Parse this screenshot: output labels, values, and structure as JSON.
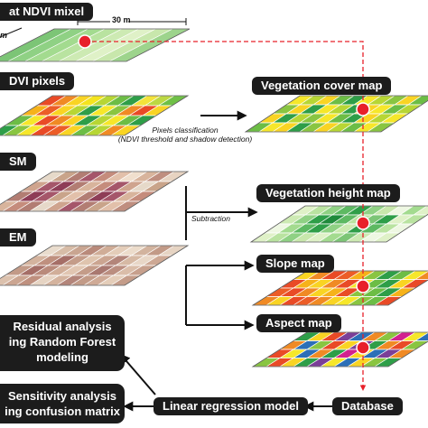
{
  "labels": {
    "landsat_mixel": "at NDVI mixel",
    "ndvi_pixels": "DVI pixels",
    "dsm": "SM",
    "dem": "EM",
    "veg_cover": "Vegetation cover map",
    "veg_height": "Vegetation height map",
    "slope": "Slope map",
    "aspect": "Aspect map",
    "residual_line1": "Residual analysis",
    "residual_line2": "ing Random Forest",
    "residual_line3": "modeling",
    "sensitivity_line1": "Sensitivity analysis",
    "sensitivity_line2": "ing confusion matrix",
    "linear_model": "Linear regression model",
    "database": "Database"
  },
  "annotations": {
    "scale": "30 m",
    "pixels_class_line1": "Pixels classification",
    "pixels_class_line2": "(NDVI threshold and shadow detection)",
    "subtraction": "Subtraction",
    "m_fragment": "m"
  },
  "colors": {
    "box_bg": "#1c1c1c",
    "box_text": "#ffffff",
    "marker": "#e8202a",
    "dashed": "#e8202a",
    "arrow": "#111111"
  },
  "layers": {
    "mixel": [
      [
        "#7cc576",
        "#8fd184",
        "#a3db8f",
        "#b9e3a0",
        "#cdeab3",
        "#dff1c7",
        "#c8e7ac",
        "#9dd48c"
      ]
    ],
    "ndvi": [
      [
        "#e94a26",
        "#f08a24",
        "#f9d423",
        "#f4e41e",
        "#b7d634",
        "#6cbd45",
        "#2e9e48",
        "#f3e33a",
        "#bcd842",
        "#6fc046"
      ],
      [
        "#f6b21a",
        "#ec5d27",
        "#f9d423",
        "#b7d634",
        "#2e9e48",
        "#f6e72a",
        "#89c541",
        "#f08a24",
        "#e94a26",
        "#f9d423"
      ],
      [
        "#6cbd45",
        "#f6e72a",
        "#e94a26",
        "#f08a24",
        "#f9d423",
        "#2e9e48",
        "#b7d634",
        "#f6e72a",
        "#6cbd45",
        "#2e9e48"
      ],
      [
        "#2e9e48",
        "#89c541",
        "#f6e72a",
        "#e94a26",
        "#ec5d27",
        "#f9d423",
        "#6cbd45",
        "#b7d634",
        "#f08a24",
        "#f9d423"
      ]
    ],
    "dsm": [
      [
        "#e6d9c9",
        "#c9a48a",
        "#b27d73",
        "#a5566a",
        "#c58c7c",
        "#e2c0aa",
        "#f0dfcd",
        "#d8b49c",
        "#bf8e7f",
        "#e7d3c1"
      ],
      [
        "#cfa48e",
        "#a5566a",
        "#8e3d57",
        "#b27d73",
        "#d8b49c",
        "#c58c7c",
        "#a5566a",
        "#cfa48e",
        "#e6d9c9",
        "#c9a48a"
      ],
      [
        "#b27d73",
        "#8e3d57",
        "#a5566a",
        "#c9a48a",
        "#e2c0aa",
        "#b27d73",
        "#8e3d57",
        "#a5566a",
        "#d8b49c",
        "#c58c7c"
      ],
      [
        "#d8b49c",
        "#c58c7c",
        "#b27d73",
        "#e6d9c9",
        "#cfa48e",
        "#a5566a",
        "#b27d73",
        "#c9a48a",
        "#e2c0aa",
        "#bf8e7f"
      ]
    ],
    "dem": [
      [
        "#e9dccd",
        "#d7bca7",
        "#c9a591",
        "#b98a7b",
        "#d0ad97",
        "#e4cdb9",
        "#ecdccb",
        "#d2b39e",
        "#c29a87",
        "#e6d4c3"
      ],
      [
        "#d4b39e",
        "#bf907f",
        "#a56e67",
        "#c49c89",
        "#dfc4ae",
        "#cba591",
        "#b3857a",
        "#d6b9a4",
        "#e8d7c7",
        "#cda894"
      ],
      [
        "#c29a87",
        "#a56e67",
        "#b98a7b",
        "#d1ae99",
        "#e1c6b2",
        "#c49c89",
        "#a97870",
        "#bb8e80",
        "#dabda9",
        "#c7a08d"
      ],
      [
        "#dcc1ad",
        "#cba591",
        "#bf907f",
        "#e6d4c3",
        "#d4b39e",
        "#b3857a",
        "#c29a87",
        "#cfaa96",
        "#e4cdb9",
        "#c49c89"
      ]
    ],
    "veg_cover": [
      [
        "#f6e72a",
        "#b7d634",
        "#f9d423",
        "#6cbd45",
        "#2e9e48",
        "#f6e72a",
        "#b7d634",
        "#89c541",
        "#f9d423",
        "#6cbd45"
      ],
      [
        "#89c541",
        "#f9d423",
        "#2e9e48",
        "#f6e72a",
        "#b7d634",
        "#2e9e48",
        "#f9d423",
        "#f6e72a",
        "#6cbd45",
        "#b7d634"
      ],
      [
        "#f9d423",
        "#2e9e48",
        "#b7d634",
        "#89c541",
        "#f6e72a",
        "#6cbd45",
        "#2e9e48",
        "#f9d423",
        "#b7d634",
        "#f6e72a"
      ],
      [
        "#6cbd45",
        "#f6e72a",
        "#f9d423",
        "#2e9e48",
        "#89c541",
        "#f9d423",
        "#b7d634",
        "#6cbd45",
        "#f6e72a",
        "#89c541"
      ]
    ],
    "veg_height": [
      [
        "#dff1c7",
        "#b9e3a0",
        "#8fd184",
        "#5db962",
        "#2e9e48",
        "#8fd184",
        "#c8e7ac",
        "#eef7e2",
        "#a3db8f",
        "#dff1c7"
      ],
      [
        "#cdeab3",
        "#8fd184",
        "#2e9e48",
        "#1f8a3c",
        "#5db962",
        "#b9e3a0",
        "#7cc576",
        "#2e9e48",
        "#dff1c7",
        "#b9e3a0"
      ],
      [
        "#eef7e2",
        "#a3db8f",
        "#5db962",
        "#2e9e48",
        "#8fd184",
        "#cdeab3",
        "#2e9e48",
        "#5db962",
        "#b9e3a0",
        "#eef7e2"
      ],
      [
        "#dff1c7",
        "#b9e3a0",
        "#8fd184",
        "#c8e7ac",
        "#dff1c7",
        "#a3db8f",
        "#7cc576",
        "#cdeab3",
        "#eef7e2",
        "#dff1c7"
      ]
    ],
    "slope": [
      [
        "#f9d423",
        "#f08a24",
        "#e94a26",
        "#ec5d27",
        "#f6b21a",
        "#89c541",
        "#2e9e48",
        "#6cbd45",
        "#f6e72a",
        "#f08a24"
      ],
      [
        "#e94a26",
        "#f6b21a",
        "#f9d423",
        "#f08a24",
        "#e94a26",
        "#f6e72a",
        "#6cbd45",
        "#2e9e48",
        "#f9d423",
        "#e94a26"
      ],
      [
        "#ec5d27",
        "#e94a26",
        "#f08a24",
        "#f9d423",
        "#f6b21a",
        "#e94a26",
        "#89c541",
        "#6cbd45",
        "#2e9e48",
        "#f6b21a"
      ],
      [
        "#f08a24",
        "#f9d423",
        "#e94a26",
        "#ec5d27",
        "#f08a24",
        "#f9d423",
        "#f6e72a",
        "#89c541",
        "#6cbd45",
        "#e94a26"
      ]
    ],
    "aspect": [
      [
        "#2e9e48",
        "#f9d423",
        "#e94a26",
        "#7b3f98",
        "#2c6fb7",
        "#f08a24",
        "#89c541",
        "#d2218f",
        "#f6e72a",
        "#2c6fb7"
      ],
      [
        "#f08a24",
        "#2c6fb7",
        "#89c541",
        "#e94a26",
        "#f9d423",
        "#7b3f98",
        "#2e9e48",
        "#f08a24",
        "#e94a26",
        "#89c541"
      ],
      [
        "#e94a26",
        "#f6e72a",
        "#2c6fb7",
        "#f08a24",
        "#2e9e48",
        "#d2218f",
        "#f9d423",
        "#2c6fb7",
        "#7b3f98",
        "#f08a24"
      ],
      [
        "#89c541",
        "#e94a26",
        "#f9d423",
        "#2e9e48",
        "#7b3f98",
        "#f6e72a",
        "#2c6fb7",
        "#f9d423",
        "#89c541",
        "#2e9e48"
      ]
    ]
  }
}
